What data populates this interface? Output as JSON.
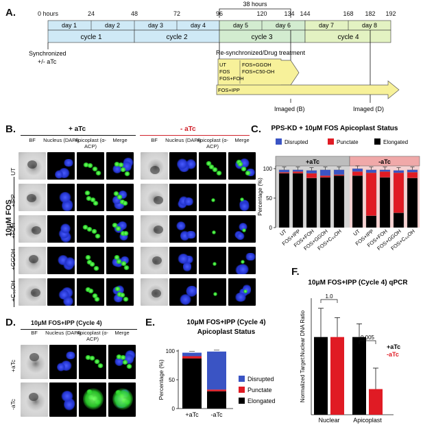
{
  "panels": {
    "A": "A.",
    "B": "B.",
    "C": "C.",
    "D": "D.",
    "E": "E.",
    "F": "F."
  },
  "panel_a": {
    "hours": [
      "0 hours",
      "24",
      "48",
      "72",
      "96",
      "120",
      "134",
      "144",
      "168",
      "182",
      "192"
    ],
    "span_label": "38 hours",
    "days": [
      "day 1",
      "day 2",
      "day 3",
      "day 4",
      "day 5",
      "day 6",
      "day 7",
      "day 8"
    ],
    "cycles": [
      "cycle 1",
      "cycle 2",
      "cycle 3",
      "cycle 4"
    ],
    "sync_label_1": "Synchronized",
    "sync_label_2": "+/- aTc",
    "resync_label": "Re-synchronized/Drug treatment",
    "box_left": [
      "UT",
      "FOS",
      "FOS+FOH"
    ],
    "box_right": [
      "FOS+GGOH",
      "FOS+C50-OH"
    ],
    "ipp_arrow": "FOS+IPP",
    "imaged_b": "Imaged (B)",
    "imaged_d": "Imaged (D)",
    "colors": {
      "cycle1": "#cfe9f6",
      "cycle2": "#cfe9f6",
      "cycle3": "#d3ecd0",
      "cycle4": "#e3f2c2",
      "arrow": "#f7f19a"
    }
  },
  "panel_b": {
    "plus_head": "+ aTc",
    "minus_head": "- aTc",
    "col_heads": [
      "BF",
      "Nucleus (DAPI)",
      "Apicoplast (α-ACP)",
      "Merge"
    ],
    "rows": [
      "UT",
      "+IPP",
      "+FOH",
      "+GGOH",
      "+C₅₀OH"
    ],
    "fos_label": "10μM FOS"
  },
  "panel_d": {
    "title": "10μM FOS+IPP (Cycle 4)",
    "col_heads": [
      "BF",
      "Nucleus (DAPI)",
      "Apicoplast (α-ACP)",
      "Merge"
    ],
    "rows": [
      "+aTc",
      "-aTc"
    ]
  },
  "chart_data": [
    {
      "id": "C",
      "type": "bar",
      "title": "PPS-KD + 10μM FOS Apicoplast Status",
      "ylabel": "Percentage (%)",
      "ylim": [
        0,
        100
      ],
      "yticks": [
        0,
        50,
        100
      ],
      "legend": [
        "Disrupted",
        "Punctate",
        "Elongated"
      ],
      "group_labels": [
        "+aTc",
        "-aTc"
      ],
      "categories": [
        "UT",
        "FOS+IPP",
        "FOS+FOH",
        "FOS+GGOH",
        "FOS+C₅₀OH"
      ],
      "colors": {
        "Disrupted": "#3a54c4",
        "Punctate": "#e01b24",
        "Elongated": "#000000",
        "plus_bg": "#d4d4d4",
        "minus_bg": "#f6d2d2"
      },
      "groups": [
        {
          "name": "+aTc",
          "elongated": [
            92,
            92,
            84,
            85,
            88
          ],
          "punctate": [
            2,
            3,
            8,
            3,
            2
          ],
          "disrupted": [
            4,
            3,
            5,
            10,
            8
          ]
        },
        {
          "name": "-aTc",
          "elongated": [
            88,
            20,
            85,
            25,
            84
          ],
          "punctate": [
            7,
            73,
            10,
            68,
            10
          ],
          "disrupted": [
            5,
            5,
            3,
            4,
            4
          ]
        }
      ]
    },
    {
      "id": "E",
      "type": "bar",
      "title": "10μM FOS+IPP (Cycle 4)",
      "subtitle": "Apicoplast Status",
      "ylabel": "Percentage (%)",
      "ylim": [
        0,
        100
      ],
      "yticks": [
        0,
        50,
        100
      ],
      "categories": [
        "+aTc",
        "-aTc"
      ],
      "legend": [
        "Disrupted",
        "Punctate",
        "Elongated"
      ],
      "elongated": [
        87,
        30
      ],
      "punctate": [
        4,
        3
      ],
      "disrupted": [
        6,
        66
      ]
    },
    {
      "id": "F",
      "type": "bar",
      "title": "10μM FOS+IPP (Cycle 4) qPCR",
      "ylabel": "Normalized Target:Nuclear DNA Ratio",
      "ylim": [
        0,
        1.5
      ],
      "categories": [
        "Nuclear",
        "Apicoplast"
      ],
      "series": [
        {
          "name": "+aTc",
          "values": [
            1.0,
            1.0
          ],
          "errors": [
            0.37,
            0.17
          ],
          "color": "#000000"
        },
        {
          "name": "-aTc",
          "values": [
            1.0,
            0.33
          ],
          "errors": [
            0.25,
            0.27
          ],
          "color": "#e01b24"
        }
      ],
      "pvalues": [
        "1.0",
        "0.005"
      ]
    }
  ]
}
